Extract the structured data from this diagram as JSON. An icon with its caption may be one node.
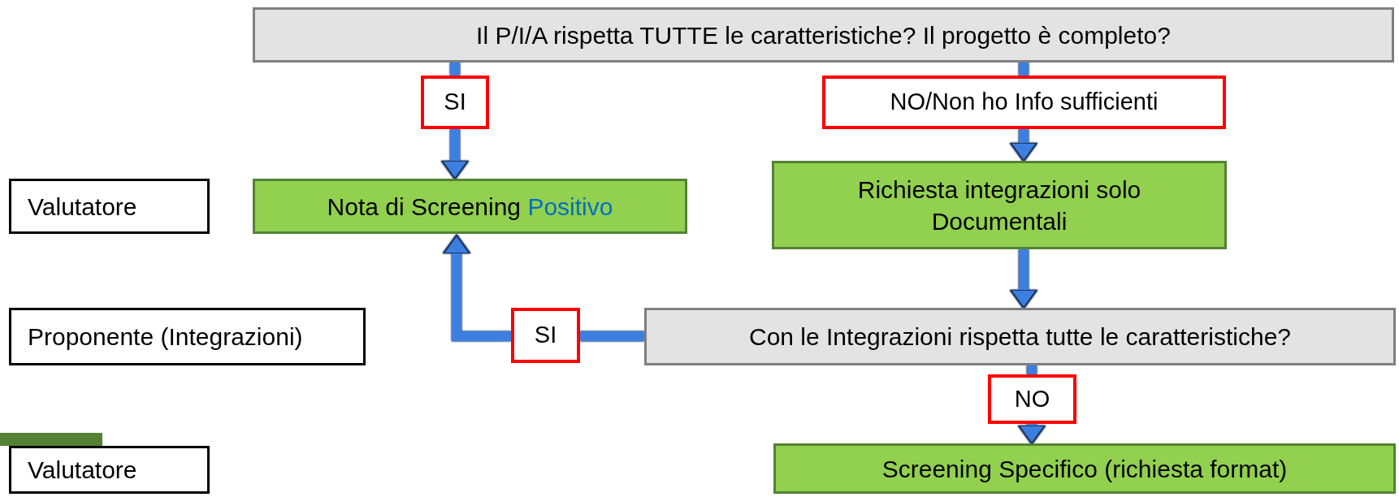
{
  "diagram": {
    "nodes": [
      {
        "text": [
          "Il P/I/A  rispetta TUTTE le caratteristiche? Il progetto è completo?"
        ]
      },
      {
        "text": [
          "SI"
        ]
      },
      {
        "text": [
          "NO/Non ho Info sufficienti"
        ]
      },
      {
        "text": [
          "Valutatore"
        ]
      },
      {
        "text": [
          "Nota di Screening *Positivo*"
        ]
      },
      {
        "text": [
          "Richiesta integrazioni solo Documentali"
        ]
      },
      {
        "text": [
          "Proponente (Integrazioni)"
        ]
      },
      {
        "text": [
          "SI"
        ]
      },
      {
        "text": [
          "Con le Integrazioni rispetta tutte le caratteristiche?"
        ]
      },
      {
        "text": [
          "NO"
        ]
      },
      {
        "text": [
          "Valutatore"
        ]
      },
      {
        "text": [
          "Screening Specifico (richiesta format)"
        ]
      },
      {
        "text": [],
        "shape": "box"
      }
    ],
    "edges": [
      {
        "from": 0,
        "to": 1,
        "arrow": "none"
      },
      {
        "from": 1,
        "to": 4,
        "arrow": "to"
      },
      {
        "from": 0,
        "to": 2,
        "arrow": "none"
      },
      {
        "from": 2,
        "to": 5,
        "arrow": "to"
      },
      {
        "from": 5,
        "to": 8,
        "arrow": "to"
      },
      {
        "from": 8,
        "to": 7,
        "arrow": "none"
      },
      {
        "from": 7,
        "to": 4,
        "arrow": "to"
      },
      {
        "from": 8,
        "to": 9,
        "arrow": "none"
      },
      {
        "from": 9,
        "to": 11,
        "arrow": "to"
      }
    ]
  }
}
